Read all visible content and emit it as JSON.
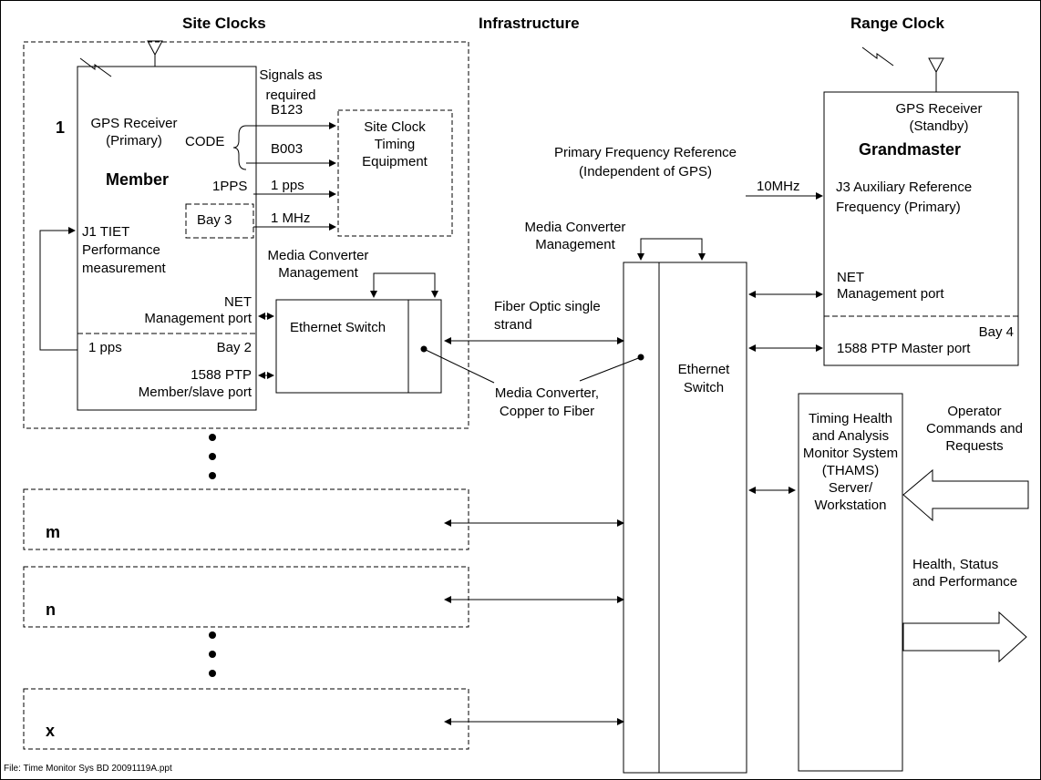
{
  "headers": {
    "site_clocks": "Site Clocks",
    "infrastructure": "Infrastructure",
    "range_clock": "Range Clock"
  },
  "site1": {
    "number": "1",
    "signals_as_required": "Signals as required",
    "gps_receiver_primary": "GPS Receiver (Primary)",
    "code": "CODE",
    "member": "Member",
    "one_pps_port": "1PPS",
    "bay3": "Bay 3",
    "j1_tiet": "J1 TIET Performance measurement",
    "net": "NET",
    "management_port": "Management port",
    "one_pps": "1 pps",
    "bay2": "Bay 2",
    "ptp_1588": "1588 PTP",
    "member_slave_port": "Member/slave port",
    "sig_b123": "B123",
    "sig_b003": "B003",
    "sig_1pps": "1 pps",
    "sig_1mhz": "1 MHz",
    "site_clock_timing_equipment": "Site Clock Timing Equipment",
    "media_converter_management": "Media Converter Management",
    "ethernet_switch": "Ethernet Switch"
  },
  "infra": {
    "fiber_optic": "Fiber Optic single strand",
    "media_converter_copper": "Media Converter, Copper to Fiber",
    "media_converter_management": "Media Converter Management",
    "ethernet_switch": "Ethernet Switch",
    "primary_freq_ref": "Primary Frequency Reference (Independent of GPS)",
    "ten_mhz": "10MHz"
  },
  "range": {
    "gps_receiver_standby": "GPS Receiver (Standby)",
    "grandmaster": "Grandmaster",
    "j3_aux": "J3 Auxiliary Reference Frequency (Primary)",
    "net": "NET",
    "management_port": "Management port",
    "bay4": "Bay 4",
    "ptp_master": "1588 PTP Master port"
  },
  "thams": {
    "label": "Timing Health and Analysis Monitor System (THAMS) Server/ Workstation",
    "operator": "Operator Commands and Requests",
    "health": "Health, Status and Performance"
  },
  "sites": {
    "m": "m",
    "n": "n",
    "x": "x"
  },
  "footer": "File: Time Monitor Sys BD 20091119A.ppt"
}
